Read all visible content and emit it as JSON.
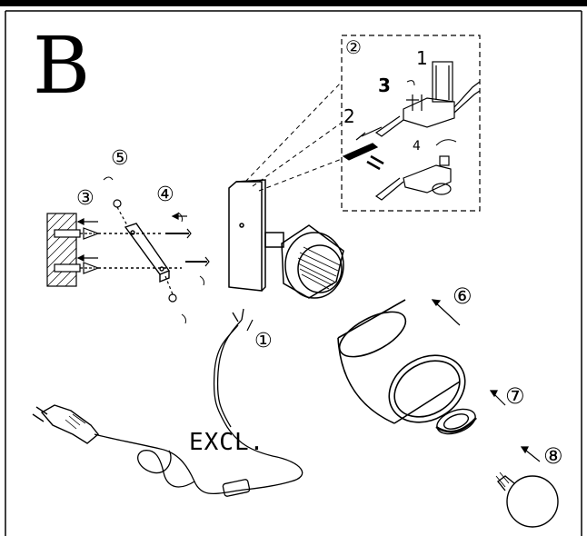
{
  "section_letter": "B",
  "excl_label": "EXCL.",
  "inset_markers": [
    "1",
    "2",
    "3",
    "4"
  ],
  "steps": [
    "①",
    "②",
    "③",
    "④",
    "⑤",
    "⑥",
    "⑦",
    "⑧"
  ],
  "colors": {
    "ink": "#000000",
    "paper": "#ffffff"
  }
}
